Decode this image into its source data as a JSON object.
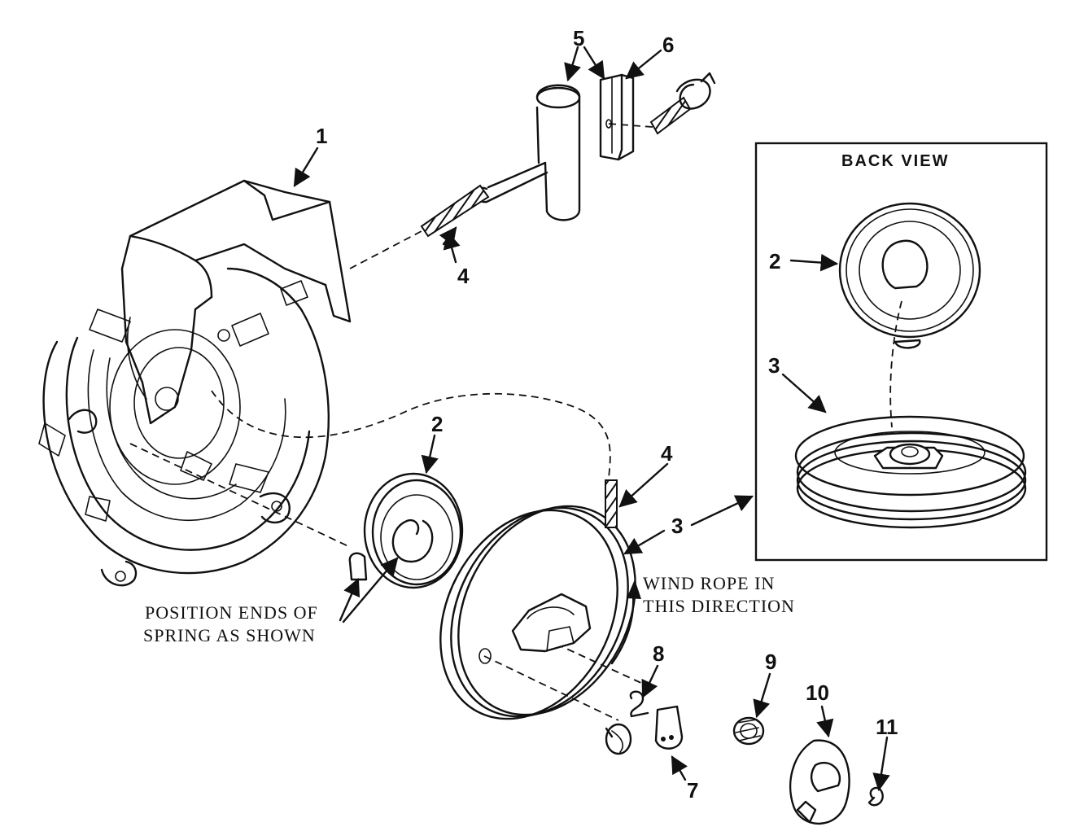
{
  "callouts": {
    "c1": "1",
    "c2_main": "2",
    "c2_back": "2",
    "c3_main": "3",
    "c3_back": "3",
    "c4_top": "4",
    "c4_side": "4",
    "c5": "5",
    "c6": "6",
    "c7": "7",
    "c8": "8",
    "c9": "9",
    "c10": "10",
    "c11": "11"
  },
  "inset": {
    "title": "BACK VIEW"
  },
  "notes": {
    "spring_line1": "POSITION ENDS OF",
    "spring_line2": "SPRING AS SHOWN",
    "rope_line1": "WIND ROPE IN",
    "rope_line2": "THIS DIRECTION"
  }
}
